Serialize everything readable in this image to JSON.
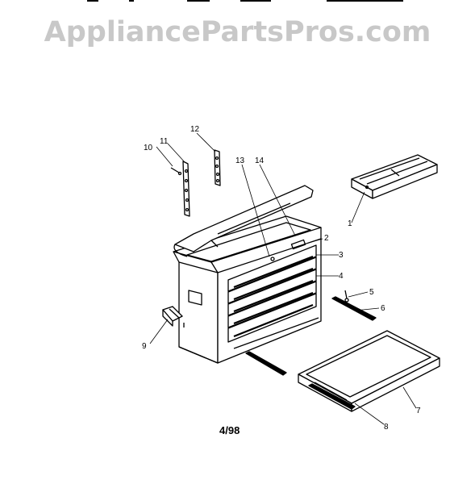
{
  "watermark": "AppliancePartsPros.com",
  "diagram": {
    "drawing_code": "4/98",
    "callouts": [
      "1",
      "2",
      "3",
      "4",
      "5",
      "6",
      "7",
      "8",
      "9",
      "10",
      "11",
      "12",
      "13",
      "14"
    ]
  },
  "colors": {
    "line": "#000000",
    "watermark": "#c8c8c8",
    "background": "#ffffff"
  }
}
